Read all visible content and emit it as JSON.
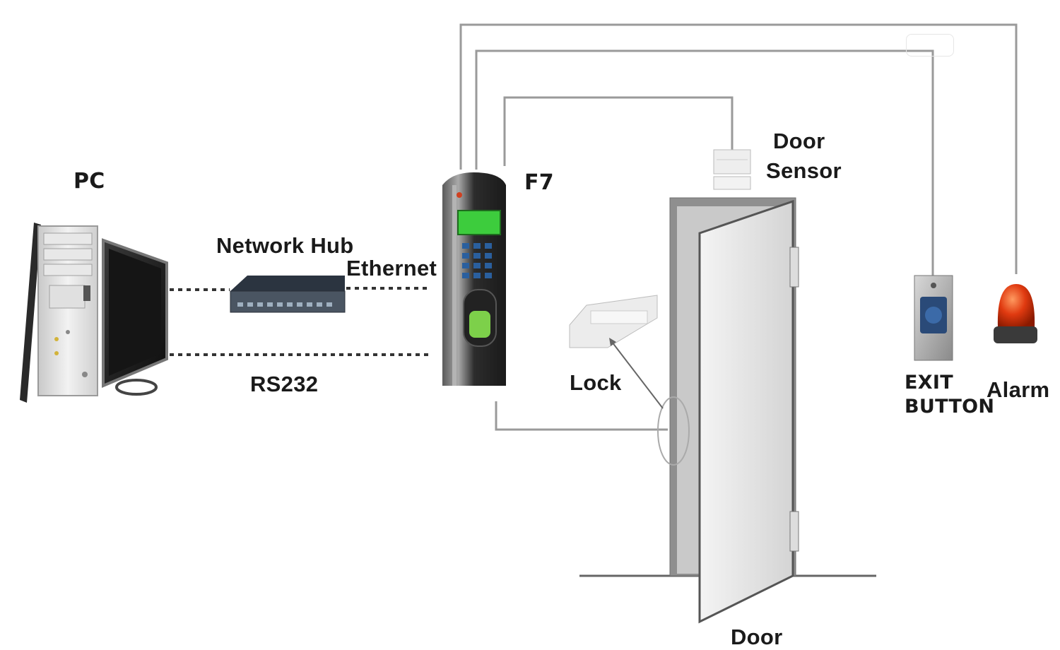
{
  "labels": {
    "pc": "PC",
    "network_hub": "Network Hub",
    "ethernet": "Ethernet",
    "rs232": "RS232",
    "f7": "F7",
    "door_sensor_line1": "Door",
    "door_sensor_line2": "Sensor",
    "lock": "Lock",
    "exit_button_line1": "EXIT",
    "exit_button_line2": "BUTTON",
    "alarm": "Alarm",
    "door": "Door"
  },
  "colors": {
    "wire": "#9a9a9a",
    "dotted_link": "#333333",
    "terminal_body": "#2b2b2b",
    "terminal_screen": "#3dcc3d",
    "alarm_light": "#e03a10",
    "door_face": "#e6e6e6",
    "door_frame": "#8f8f8f"
  },
  "icons": {
    "pc": "desktop-computer-icon",
    "hub": "network-switch-icon",
    "terminal": "fingerprint-terminal-icon",
    "sensor": "magnetic-door-sensor-icon",
    "lock": "electric-bolt-lock-icon",
    "exit": "exit-push-button-icon",
    "alarm": "strobe-siren-icon"
  }
}
